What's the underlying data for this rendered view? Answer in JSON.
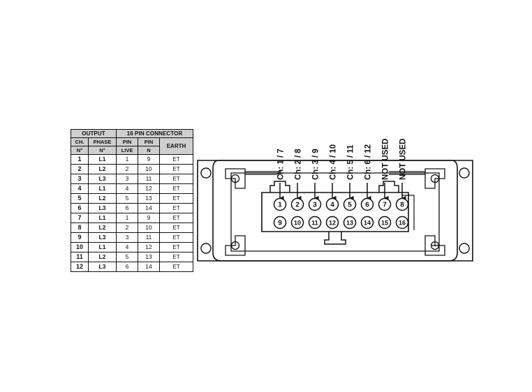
{
  "figure": {
    "title": "16 pin connector output wiring diagram"
  },
  "table": {
    "group_headers": [
      {
        "label": "OUTPUT",
        "span": 2
      },
      {
        "label": "16 PIN CONNECTOR",
        "span": 3
      }
    ],
    "sub_headers_row1": [
      "CH.",
      "PHASE",
      "PIN",
      "PIN",
      "EARTH"
    ],
    "sub_headers_row2": [
      "N°",
      "N°",
      "LIVE",
      "N"
    ],
    "earth_header": "EARTH",
    "rows": [
      {
        "ch": "1",
        "phase": "L1",
        "pin_live": "1",
        "pin_n": "9",
        "earth": "ET"
      },
      {
        "ch": "2",
        "phase": "L2",
        "pin_live": "2",
        "pin_n": "10",
        "earth": "ET"
      },
      {
        "ch": "3",
        "phase": "L3",
        "pin_live": "3",
        "pin_n": "11",
        "earth": "ET"
      },
      {
        "ch": "4",
        "phase": "L1",
        "pin_live": "4",
        "pin_n": "12",
        "earth": "ET"
      },
      {
        "ch": "5",
        "phase": "L2",
        "pin_live": "5",
        "pin_n": "13",
        "earth": "ET"
      },
      {
        "ch": "6",
        "phase": "L3",
        "pin_live": "6",
        "pin_n": "14",
        "earth": "ET"
      },
      {
        "ch": "7",
        "phase": "L1",
        "pin_live": "1",
        "pin_n": "9",
        "earth": "ET"
      },
      {
        "ch": "8",
        "phase": "L2",
        "pin_live": "2",
        "pin_n": "10",
        "earth": "ET"
      },
      {
        "ch": "9",
        "phase": "L3",
        "pin_live": "3",
        "pin_n": "11",
        "earth": "ET"
      },
      {
        "ch": "10",
        "phase": "L1",
        "pin_live": "4",
        "pin_n": "12",
        "earth": "ET"
      },
      {
        "ch": "11",
        "phase": "L2",
        "pin_live": "5",
        "pin_n": "13",
        "earth": "ET"
      },
      {
        "ch": "12",
        "phase": "L3",
        "pin_live": "6",
        "pin_n": "14",
        "earth": "ET"
      }
    ]
  },
  "connector": {
    "callouts": [
      "Ch: 1 / 7",
      "Ch: 2 / 8",
      "Ch: 3 / 9",
      "Ch: 4 / 10",
      "Ch: 5 / 11",
      "Ch: 6 / 12",
      "NOT USED",
      "NOT USED"
    ],
    "pins_top": [
      "1",
      "2",
      "3",
      "4",
      "5",
      "6",
      "7",
      "8"
    ],
    "pins_bottom": [
      "9",
      "10",
      "11",
      "12",
      "13",
      "14",
      "15",
      "16"
    ]
  },
  "colors": {
    "line": "#111111",
    "header_fill": "#cfcfcf",
    "background": "#ffffff"
  }
}
